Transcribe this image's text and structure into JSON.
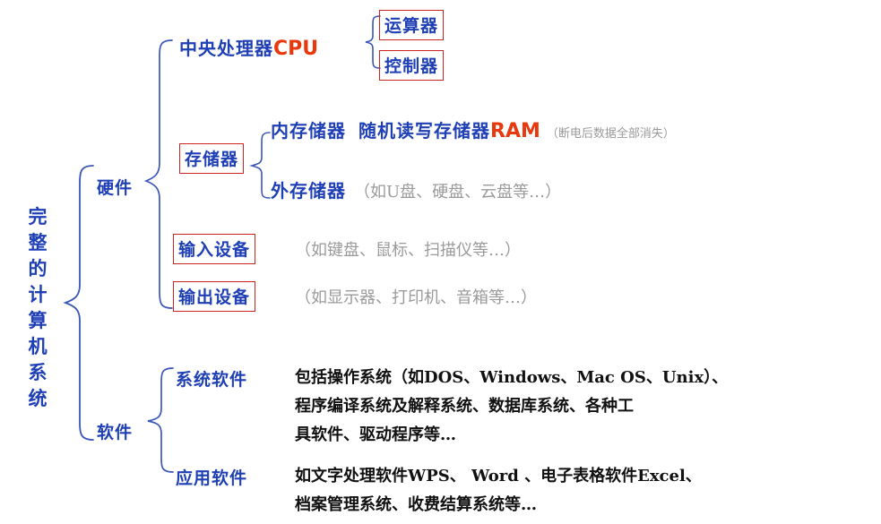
{
  "diagram": {
    "root_title": "完整的计算机系统",
    "root_title_chars": [
      "完",
      "整",
      "的",
      "计",
      "算",
      "机",
      "系",
      "统"
    ],
    "branches": {
      "hardware_label": "硬件",
      "software_label": "软件"
    },
    "hardware": {
      "cpu": {
        "label_cn": "中央处理器",
        "label_en": "CPU",
        "children": [
          {
            "label": "运算器",
            "boxed": true
          },
          {
            "label": "控制器",
            "boxed": true
          }
        ]
      },
      "storage": {
        "label": "存储器",
        "boxed": true,
        "children": [
          {
            "label": "内存储器",
            "detail_cn": "随机读写存储器",
            "detail_en": "RAM",
            "note": "（断电后数据全部消失）"
          },
          {
            "label": "外存储器",
            "note": "（如U盘、硬盘、云盘等…）"
          }
        ]
      },
      "input_device": {
        "label": "输入设备",
        "boxed": true,
        "note": "（如键盘、鼠标、扫描仪等…）"
      },
      "output_device": {
        "label": "输出设备",
        "boxed": true,
        "note": "（如显示器、打印机、音箱等…）"
      }
    },
    "software": {
      "system_software": {
        "label": "系统软件",
        "lines": [
          "包括操作系统（如DOS、Windows、Mac OS、Unix）、",
          "程序编译系统及解释系统、数据库系统、各种工",
          "具软件、驱动程序等…"
        ]
      },
      "application_software": {
        "label": "应用软件",
        "lines": [
          "如文字处理软件WPS、 Word 、电子表格软件Excel、",
          "档案管理系统、收费结算系统等…"
        ]
      }
    },
    "colors": {
      "blue": "#1f3fb5",
      "red_accent": "#e8380d",
      "box_border": "#cc2222",
      "gray_note": "#9a9a9a",
      "brace": "#3a56b8",
      "body_text": "#111111",
      "background": "#ffffff"
    }
  }
}
